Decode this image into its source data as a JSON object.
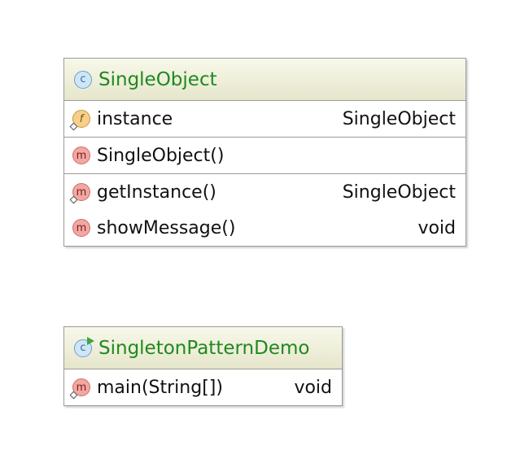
{
  "classes": [
    {
      "name": "SingleObject",
      "fields": [
        {
          "name": "instance",
          "type": "SingleObject",
          "icon": "field-icon",
          "static": true
        }
      ],
      "constructors": [
        {
          "name": "SingleObject()",
          "type": "",
          "icon": "method-icon",
          "static": false
        }
      ],
      "methods": [
        {
          "name": "getInstance()",
          "type": "SingleObject",
          "icon": "method-icon",
          "static": true
        },
        {
          "name": "showMessage()",
          "type": "void",
          "icon": "method-icon",
          "static": false
        }
      ]
    },
    {
      "name": "SingletonPatternDemo",
      "methods": [
        {
          "name": "main(String[])",
          "type": "void",
          "icon": "method-icon",
          "static": true
        }
      ]
    }
  ],
  "icon_letters": {
    "class": "c",
    "field": "f",
    "method": "m"
  },
  "colors": {
    "class_name": "#1e8a1e",
    "header_bg": "#ecebd3",
    "border": "#9a9a9a"
  }
}
